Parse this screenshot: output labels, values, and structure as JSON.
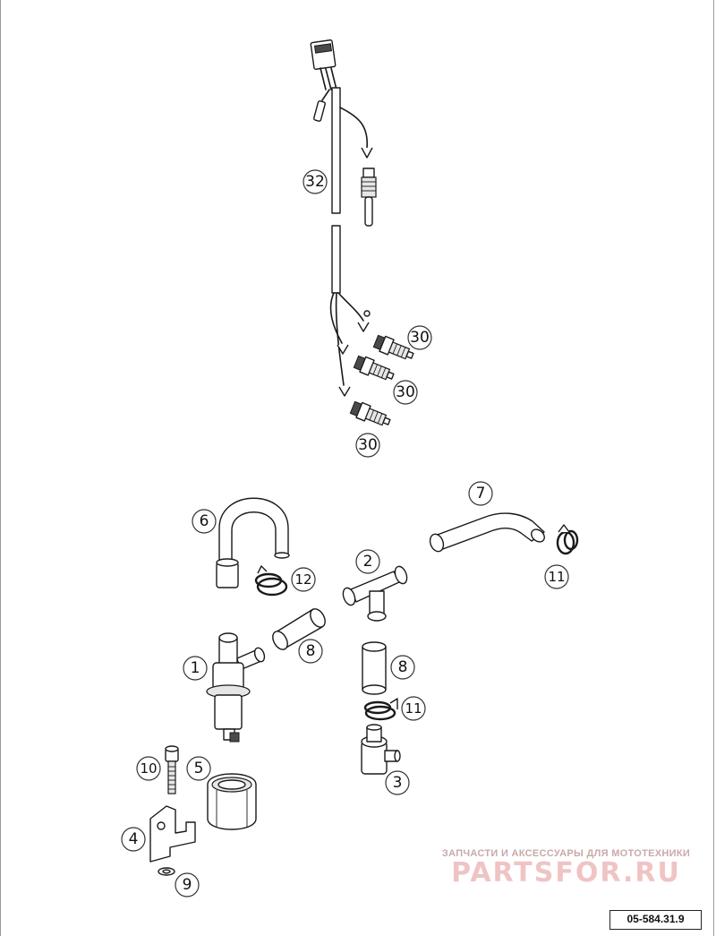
{
  "diagram": {
    "callouts": [
      "32",
      "30",
      "30",
      "30",
      "7",
      "6",
      "11",
      "2",
      "12",
      "8",
      "1",
      "8",
      "11",
      "10",
      "5",
      "3",
      "4",
      "9"
    ]
  },
  "watermark": {
    "tagline": "ЗАПЧАСТИ И АКСЕССУАРЫ ДЛЯ МОТОТЕХНИКИ",
    "logo": "PARTSFOR.RU"
  },
  "drawing_code": "05-584.31.9"
}
